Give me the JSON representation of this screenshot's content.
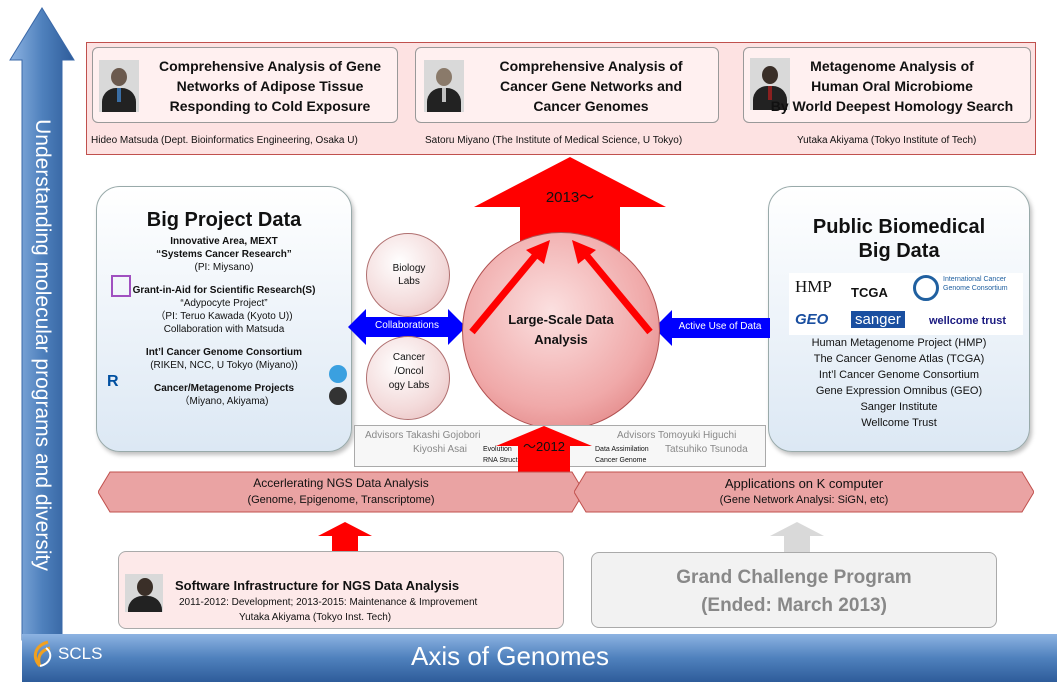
{
  "left_axis": {
    "label": "Understanding molecular programs and diversity",
    "color": "#4f81bd"
  },
  "bottom_axis": {
    "label": "Axis of Genomes",
    "color": "#4f81bd"
  },
  "logo": {
    "text": "SCLS"
  },
  "top_projects": [
    {
      "title_lines": [
        "Comprehensive Analysis of Gene",
        "Networks of Adipose Tissue",
        "Responding to Cold Exposure"
      ],
      "author": "Hideo Matsuda (Dept. Bioinformatics Engineering, Osaka U)"
    },
    {
      "title_lines": [
        "Comprehensive Analysis of",
        "Cancer Gene Networks and",
        "Cancer Genomes"
      ],
      "author": "Satoru Miyano (The Institute of Medical Science, U Tokyo)"
    },
    {
      "title_lines": [
        "Metagenome Analysis of",
        "Human Oral Microbiome",
        "By World Deepest Homology Search"
      ],
      "author": "Yutaka Akiyama (Tokyo Institute of Tech)"
    }
  ],
  "big_project": {
    "title": "Big Project Data",
    "lines": [
      {
        "text": "Innovative Area, MEXT",
        "bold": true
      },
      {
        "text": "“Systems Cancer Research”",
        "bold": true
      },
      {
        "text": "(PI: Miysano)",
        "bold": false
      },
      {
        "text": "Grant-in-Aid for Scientific Research(S)",
        "bold": true
      },
      {
        "text": "“Adypocyte Project”",
        "bold": false
      },
      {
        "text": "（PI: Teruo Kawada (Kyoto U))",
        "bold": false
      },
      {
        "text": "Collaboration with Matsuda",
        "bold": false
      },
      {
        "text": "Int’l Cancer Genome Consortium",
        "bold": true
      },
      {
        "text": "(RIKEN, NCC, U Tokyo (Miyano))",
        "bold": false
      },
      {
        "text": "Cancer/Metagenome Projects",
        "bold": true
      },
      {
        "text": "（Miyano, Akiyama)",
        "bold": false
      }
    ]
  },
  "public_data": {
    "title_lines": [
      "Public Biomedical",
      "Big Data"
    ],
    "logos": [
      "HMP",
      "TCGA",
      "International Cancer Genome Consortium",
      "GEO",
      "sanger",
      "wellcome trust"
    ],
    "items": [
      "Human Metagenome Project (HMP)",
      "The Cancer Genome Atlas (TCGA)",
      "Int’l Cancer Genome Consortium",
      "Gene Expression Omnibus (GEO)",
      "Sanger Institute",
      "Wellcome Trust"
    ]
  },
  "center": {
    "main_circle": "Large-Scale Data Analysis",
    "up_arrow_label": "2013～",
    "lower_arrow_label": "～2012",
    "biology_labs": "Biology Labs",
    "cancer_labs": "Cancer /Oncol ogy Labs",
    "collaborations": "Collaborations",
    "active_use": "Active Use of Data"
  },
  "advisors": {
    "left_line1": "Advisors Takashi Gojobori",
    "left_line2": "Kiyoshi Asai",
    "left_tag1": "Evolution",
    "left_tag2": "RNA Structure",
    "right_line1": "Advisors Tomoyuki Higuchi",
    "right_line2": "Tatsuhiko Tsunoda",
    "right_tag1": "Data Assimilation",
    "right_tag2": "Cancer Genome"
  },
  "ngs_ribbon": {
    "title": "Accerlerating NGS Data Analysis",
    "subtitle": "(Genome, Epigenome, Transcriptome)"
  },
  "kcomputer_ribbon": {
    "title": "Applications on K computer",
    "subtitle": "(Gene Network Analysi: SiGN, etc)"
  },
  "software_box": {
    "title": "Software Infrastructure for NGS Data Analysis",
    "line1": "2011-2012: Development; 2013-2015: Maintenance & Improvement",
    "line2": "Yutaka Akiyama (Tokyo Inst. Tech)"
  },
  "grand_challenge": {
    "line1": "Grand Challenge Program",
    "line2": "(Ended: March 2013)"
  },
  "colors": {
    "red": "#ff0000",
    "blue": "#0000ff",
    "ribbon": "#e6a0a0",
    "grey": "#d9d9d9"
  }
}
